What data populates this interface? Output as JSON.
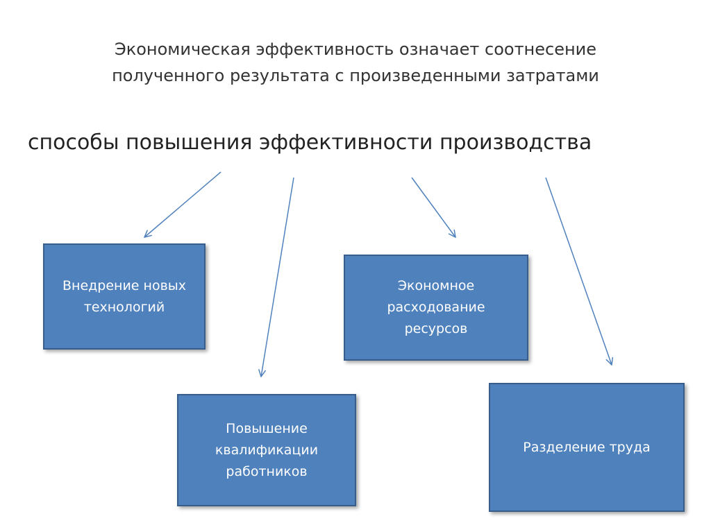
{
  "definition": {
    "line1": "Экономическая эффективность означает соотнесение",
    "line2": "полученного результата с произведенными затратами"
  },
  "heading": "способы повышения эффективности производства",
  "colors": {
    "box_fill": "#4f81bd",
    "box_border": "#385d8a",
    "arrow": "#4f81bd",
    "text": "#333333"
  },
  "boxes": [
    {
      "lines": [
        "Внедрение новых",
        "технологий"
      ]
    },
    {
      "lines": [
        "Повышение",
        "квалификации",
        "работников"
      ]
    },
    {
      "lines": [
        "Экономное",
        "расходование",
        "ресурсов"
      ]
    },
    {
      "lines": [
        "Разделение труда"
      ]
    }
  ]
}
